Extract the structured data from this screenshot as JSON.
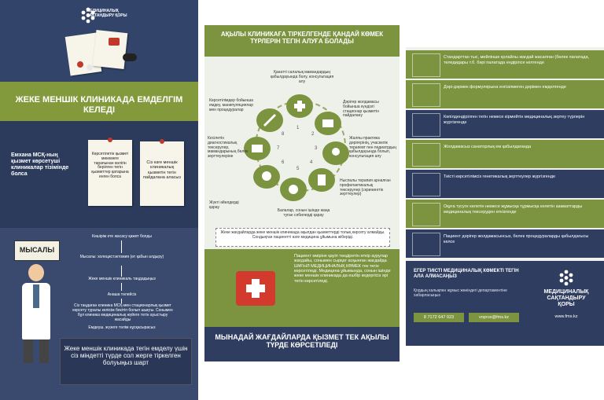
{
  "left": {
    "logo_text": "МЕДИЦИНАЛЫҚ САҚТАНДЫРУ ҚОРЫ",
    "banner": "ЖЕКЕ МЕНШІК КЛИНИКАДА ЕМДЕЛГІМ КЕЛЕДІ",
    "condition": "Емхана МСҚ-ның қызмет көрсетуші клиникалар тізімінде болса",
    "note1": "Көрсетілетін қызмет мекемеге тарапынан көлігін берілген тегін қызметтер қатарына енген болса",
    "note2": "Сіз өзге меншік клиникалық қызметін тегін пайдалана аласыз",
    "example_sign": "МЫСАЛЫ",
    "steps": [
      "Көшірім ете жасасу қажет болды",
      "Мысалы: холецистэктомия (өт қабын алдыру)",
      "Жеке меншік клиникаль таңдадыңыз",
      "Анаша төлейсіз",
      "Сіз таңдаған клиника МСҚ-мен стационарлық қызмет көрсету туралы келісім бекітіп болып шықты. Сонымен бұл клиника медициналық жүйеге тегін ауыстыру жасайды",
      "Емдеуш. жүзеге тәлім нұсқасырасыз"
    ],
    "bottom_text": "Жеке меншік клиникада тегін емделу үшін сіз міндетті түрде сол жерге тіркелген болуыңыз шарт"
  },
  "middle": {
    "title": "АҚЫЛЫ КЛИНИКАҒА ТІРКЕЛГЕНДЕ ҚАНДАЙ КӨМЕК ТҮРЛЕРІН ТЕГІН АЛУҒА БОЛАДЫ",
    "services": [
      {
        "num": "1",
        "text": "Қанатті салалық мамандардың қабылдауында болу, консультация алу"
      },
      {
        "num": "2",
        "text": "Дәрігер жолдамасы бойынша күндізгі стационар қызметін пайдалану"
      },
      {
        "num": "3",
        "text": "Жалпы практика дәрігерінің, учаскелік терапевт пен педиатрдың қабылдауында болып, консультация алу"
      },
      {
        "num": "4",
        "text": "Ныспалы терапия арналған профилактикалық тексерулер (скринингтік зерттеулер)"
      },
      {
        "num": "5",
        "text": "Балалар, сонын ішінде жаңа туған сәбилерді қарау"
      },
      {
        "num": "6",
        "text": "Жүкті әйелдерді қарау"
      },
      {
        "num": "7",
        "text": "Кесілетін диагностикалық тексерулер, мамандарының бөлек зерттеулеріне"
      },
      {
        "num": "8",
        "text": "Көрсетілімдер бойынша емдеу, манипуляциялар мен процедуралар"
      }
    ],
    "note": "Жеке жағдайларда жеке меншік клиникада ақылдан қызметтерді толық көрсету алмайды. Сондықтан пациентті өзге медицина ұйымына жіберіді.",
    "emergency": "Пациент өміріне қауіп төндіретін өткір аурулар жағдайы, сонымен сырқат асқынған жағдайда ШҰҒЫЛ МЕДИЦИНАЛЫҚ КӨМЕК тек тегін көрсетіледі. Медицина ұйымында, сонын ішінде жеке меншік клиникада да ешбір кедергісіз әрі тегін көрсетіледі.",
    "footer": "МЫНАДАЙ ЖАҒДАЙЛАРДА ҚЫЗМЕТ ТЕК АҚЫЛЫ ТҮРДЕ КӨРСЕТІЛЕДІ"
  },
  "right": {
    "rows": [
      {
        "icon": "tv-icon",
        "text": "Стандарттан тыс, мейлінше қолайлы жағдай жасалған (бөлек палатада, теледидары т.б. бәрі палатада ендірілсе келгенде",
        "dark": false
      },
      {
        "icon": "pills-icon",
        "text": "Дәрі-дәрмек формулярына енгізілмеген дәрімен емделгенде",
        "dark": false
      },
      {
        "icon": "test-tubes-icon",
        "text": "Көпілдендірілген тегін немесе кірмейтін медициналық зертеу түрлерін жүргізгенде",
        "dark": true
      },
      {
        "icon": "lungs-icon",
        "text": "Жолдамасыз санаторлық ем қабылдағанда",
        "dark": false
      },
      {
        "icon": "vial-icon",
        "text": "Тиісті көрсетілімсіз генетикалық зерттеулер жүргізгенде",
        "dark": true
      },
      {
        "icon": "clipboard-icon",
        "text": "Оқуға түсуге келетін немесе жұмысқа тұрмысқа келетін азаматтарды медициналық тексеруден өткізгенде",
        "dark": false
      },
      {
        "icon": "doctor-icon",
        "text": "Пациент дәрігер жолдамасынсыз, белек процедураларды қабылдағысы келсе",
        "dark": true
      }
    ],
    "foot_title": "ЕГЕР ТИІСТІ МЕДИЦИНАЛЫҚ КӨМЕКТІ ТЕГІН АЛА АЛМАСАҢЫЗ",
    "foot_sub": "Қордың халықпен жұмыс жөніндегі департаментіне хабарласыңыз",
    "phone": "8 7172 647 023",
    "email": "vopros@fms.kz",
    "logo_text": "МЕДИЦИНАЛЫҚ САҚТАНДЫРУ ҚОРЫ",
    "site": "www.fms.kz"
  },
  "colors": {
    "navy": "#2f3d61",
    "green": "#7c9440",
    "light": "#eef0ea"
  }
}
